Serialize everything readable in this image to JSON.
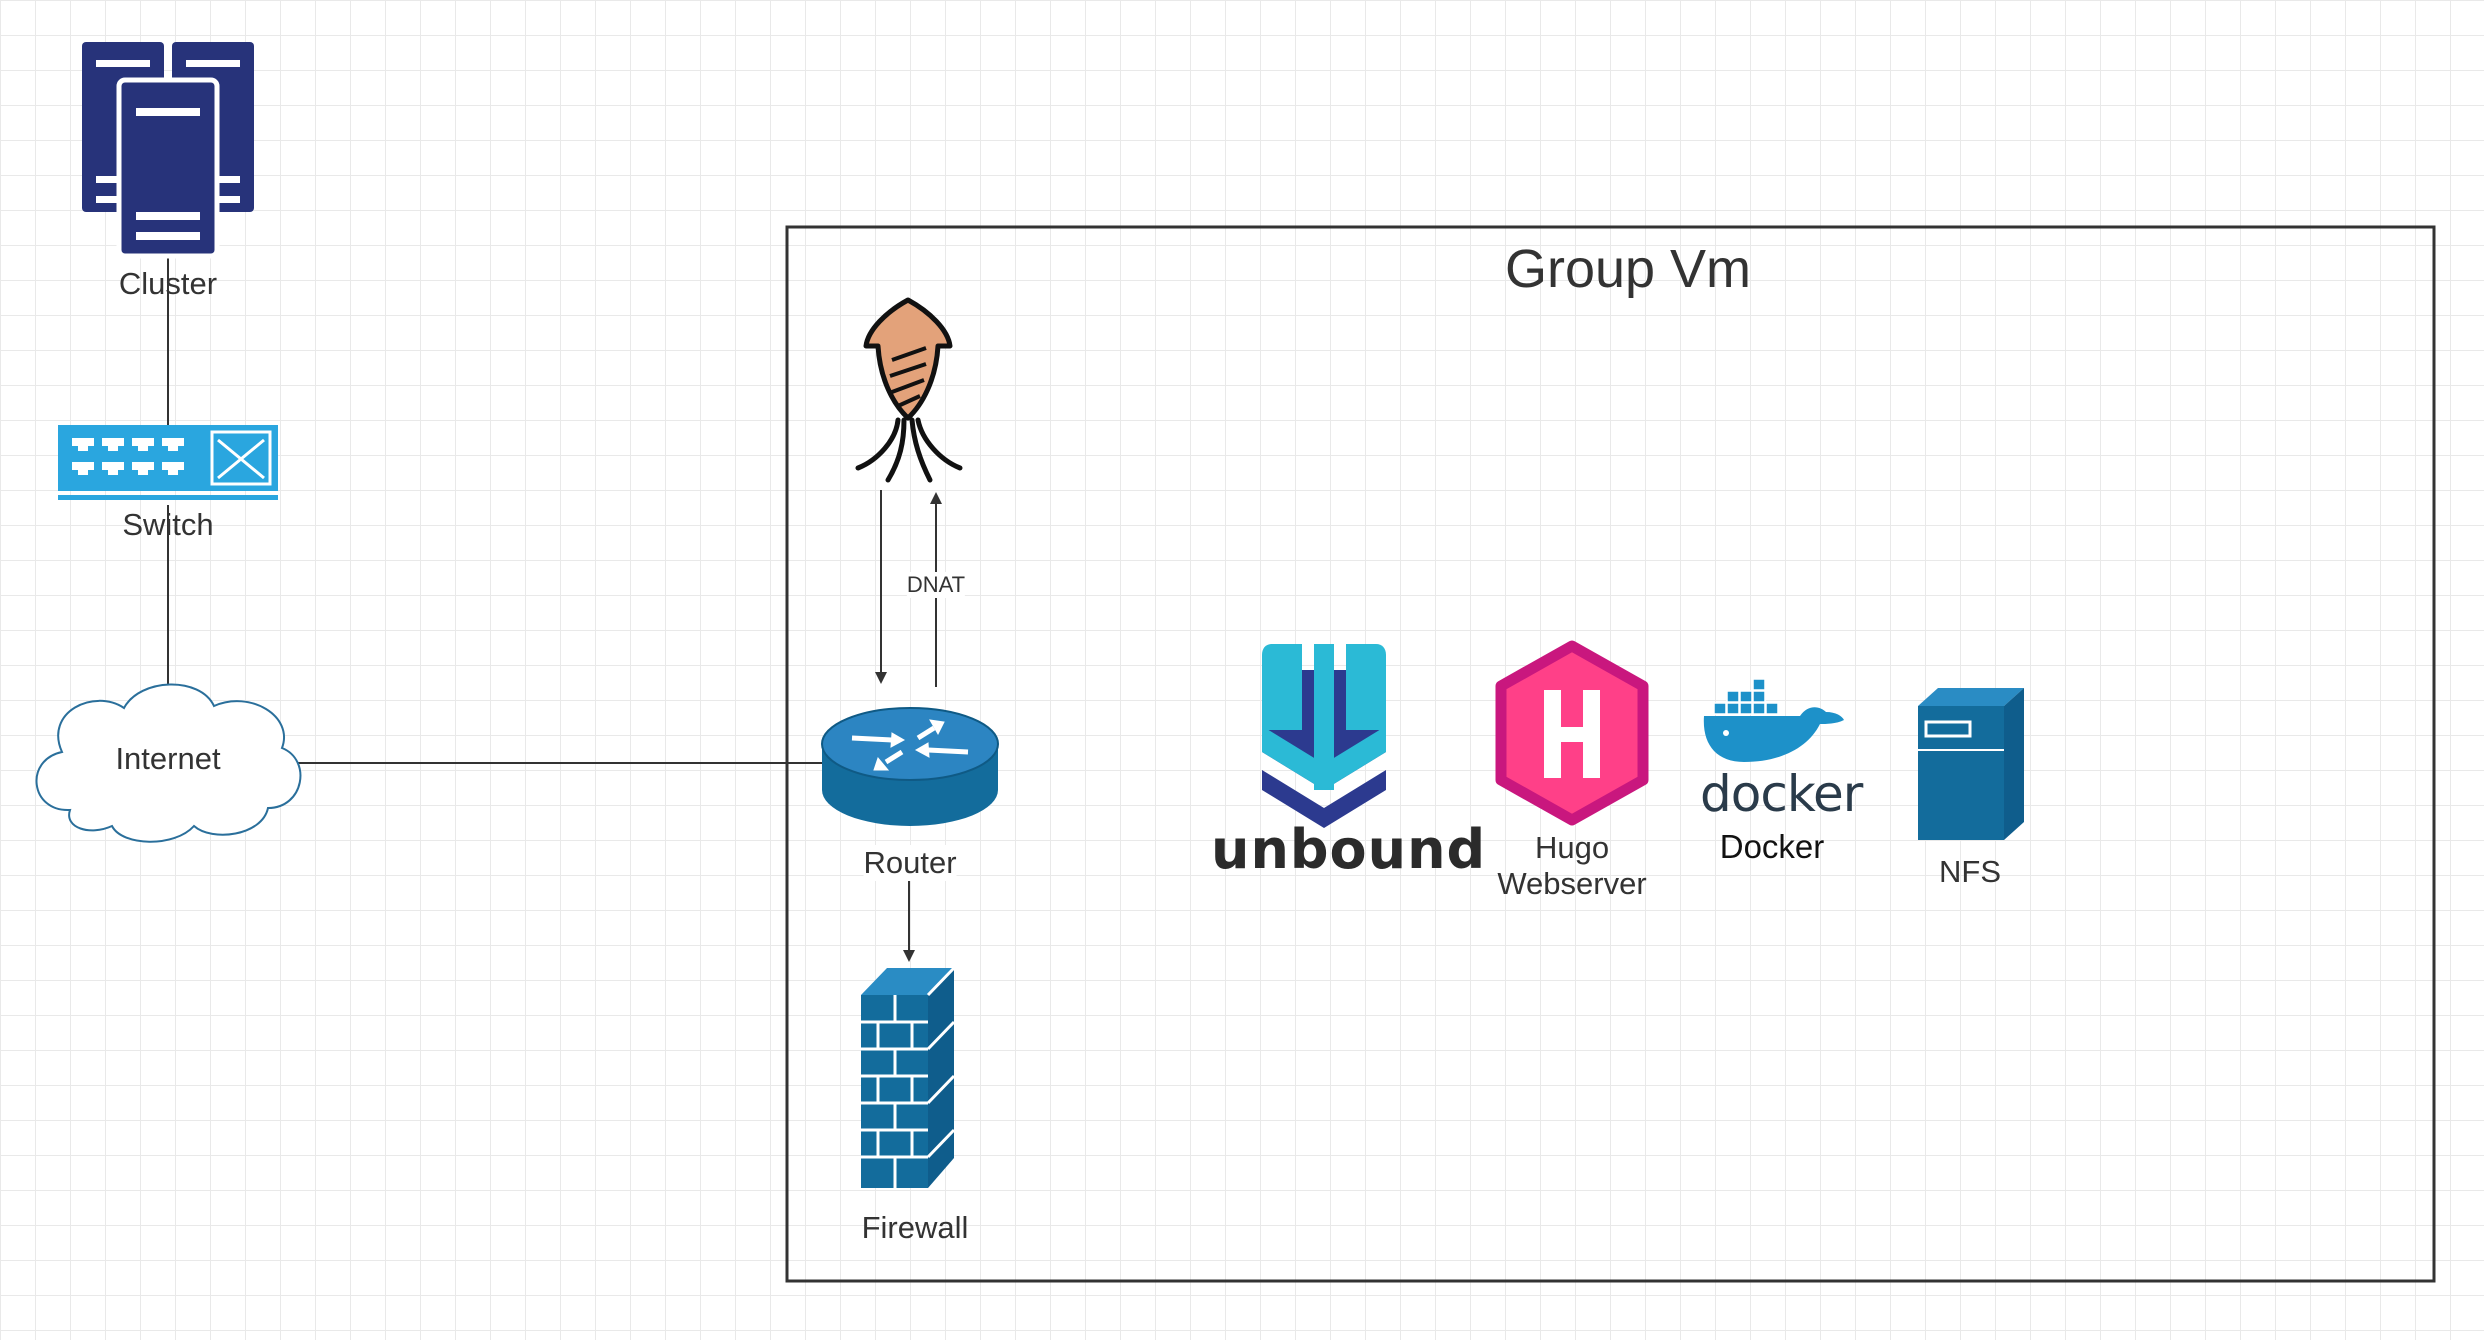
{
  "diagram": {
    "group_title": "Group Vm",
    "nodes": {
      "cluster": {
        "label": "Cluster",
        "icon": "server-cluster-icon"
      },
      "switch": {
        "label": "Switch",
        "icon": "network-switch-icon"
      },
      "internet": {
        "label": "Internet",
        "icon": "cloud-icon"
      },
      "squid": {
        "label": "",
        "icon": "squid-icon"
      },
      "router": {
        "label": "Router",
        "icon": "router-icon"
      },
      "firewall": {
        "label": "Firewall",
        "icon": "firewall-icon"
      },
      "unbound": {
        "label": "unbound",
        "icon": "unbound-logo-icon"
      },
      "hugo": {
        "label_line1": "Hugo",
        "label_line2": "Webserver",
        "icon": "hugo-logo-icon"
      },
      "docker": {
        "logo_text": "docker",
        "label": "Docker",
        "icon": "docker-whale-icon"
      },
      "nfs": {
        "label": "NFS",
        "icon": "nfs-server-icon"
      }
    },
    "edges": [
      {
        "from": "cluster",
        "to": "switch",
        "label": ""
      },
      {
        "from": "switch",
        "to": "internet",
        "label": ""
      },
      {
        "from": "internet",
        "to": "router",
        "label": ""
      },
      {
        "from": "squid",
        "to": "router",
        "label": ""
      },
      {
        "from": "router",
        "to": "squid",
        "label": "DNAT"
      },
      {
        "from": "router",
        "to": "firewall",
        "label": ""
      }
    ]
  },
  "colors": {
    "navy": "#27337a",
    "switch_blue": "#2aa6df",
    "cisco_blue": "#136c9c",
    "unbound_cyan": "#2bbad6",
    "unbound_navy": "#2c3a8f",
    "hugo_pink": "#ff4088",
    "hugo_border": "#c9177e",
    "docker_blue": "#1d91c9"
  }
}
